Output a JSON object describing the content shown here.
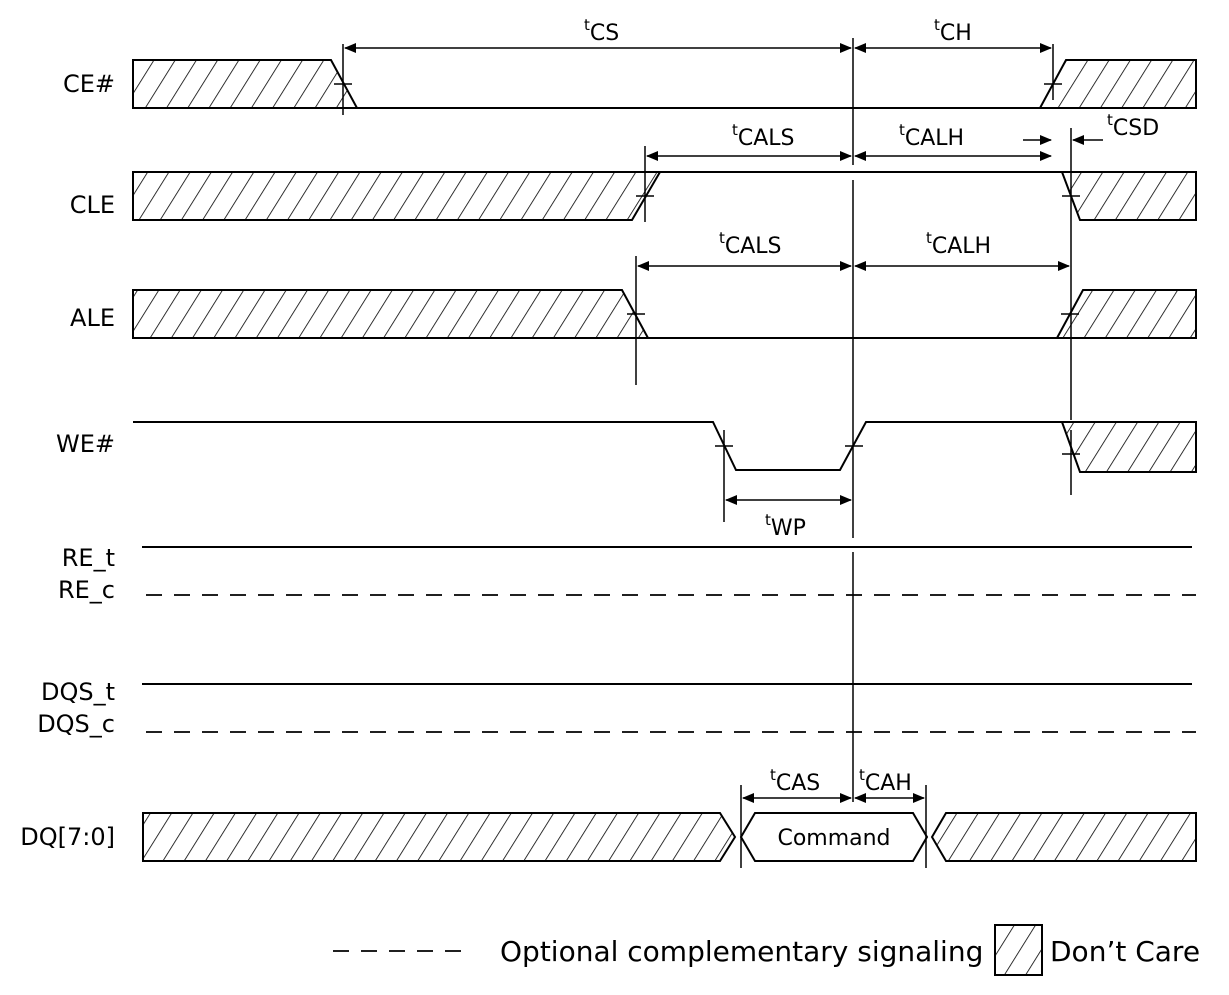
{
  "signals": {
    "ce": "CE#",
    "cle": "CLE",
    "ale": "ALE",
    "we": "WE#",
    "re_t": "RE_t",
    "re_c": "RE_c",
    "dqs_t": "DQS_t",
    "dqs_c": "DQS_c",
    "dq": "DQ[7:0]"
  },
  "timing": {
    "t": "t",
    "cs": "CS",
    "ch": "CH",
    "cals": "CALS",
    "calh": "CALH",
    "csd": "CSD",
    "wp": "WP",
    "cas": "CAS",
    "cah": "CAH"
  },
  "data_labels": {
    "command": "Command"
  },
  "legend": {
    "optional": "Optional complementary signaling",
    "dont_care": "Don’t Care"
  }
}
